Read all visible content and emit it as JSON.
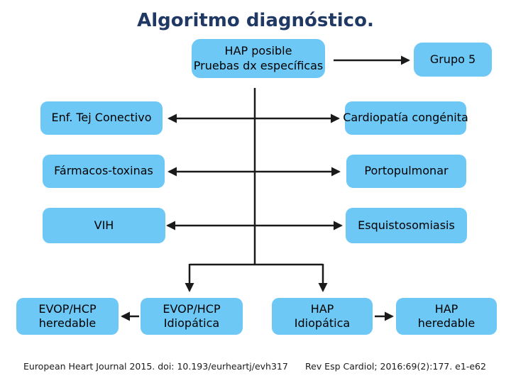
{
  "title": "Algoritmo diagnóstico.",
  "colors": {
    "box_fill": "#6DC8F5",
    "title_text": "#1F3864",
    "connector": "#1a1a1a"
  },
  "boxes": {
    "hap_posible": {
      "line1": "HAP posible",
      "line2": "Pruebas dx específicas"
    },
    "grupo5": {
      "label": "Grupo 5"
    },
    "left_column": [
      {
        "label": "Enf. Tej Conectivo"
      },
      {
        "label": "Fármacos-toxinas"
      },
      {
        "label": "VIH"
      }
    ],
    "right_column": [
      {
        "label": "Cardiopatía congénita"
      },
      {
        "label": "Portopulmonar"
      },
      {
        "label": "Esquistosomiasis"
      }
    ],
    "bottom_row": [
      {
        "line1": "EVOP/HCP",
        "line2": "heredable"
      },
      {
        "line1": "EVOP/HCP",
        "line2": "Idiopática"
      },
      {
        "line1": "HAP",
        "line2": "Idiopática"
      },
      {
        "line1": "HAP",
        "line2": "heredable"
      }
    ]
  },
  "citations": {
    "left": "European Heart Journal 2015. doi: 10.193/eurheartj/evh317",
    "right": "Rev Esp Cardiol; 2016:69(2):177. e1-e62"
  }
}
